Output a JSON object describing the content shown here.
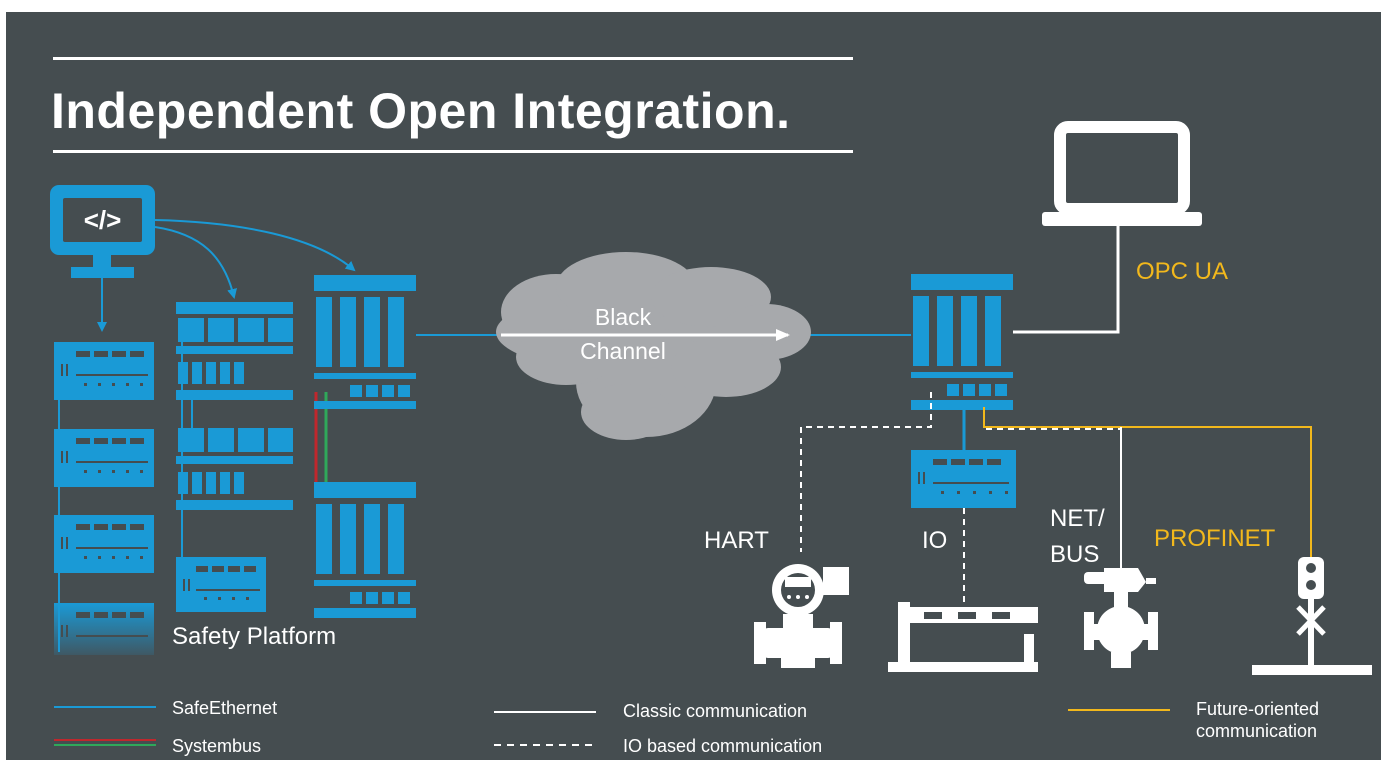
{
  "title": "Independent Open Integration.",
  "labels": {
    "safety_platform": "Safety Platform",
    "black_channel_line1": "Black",
    "black_channel_line2": "Channel",
    "opc_ua": "OPC UA",
    "hart": "HART",
    "io": "IO",
    "net_bus_line1": "NET/",
    "net_bus_line2": "BUS",
    "profinet": "PROFINET",
    "code_icon_text": "</>"
  },
  "legend": {
    "safeethernet": "SafeEthernet",
    "systembus": "Systembus",
    "classic": "Classic communication",
    "io_based": "IO based communication",
    "future_line1": "Future-oriented",
    "future_line2": "communication"
  },
  "colors": {
    "background": "#454d50",
    "blue": "#1a9ad6",
    "white": "#ffffff",
    "yellow": "#f2b81c",
    "red": "#c0272d",
    "green": "#2fa85a",
    "cloud": "#a7a9ac"
  },
  "icons": {
    "workstation": "code-monitor-icon",
    "laptop": "laptop-icon",
    "hart_device": "flowmeter-icon",
    "io_device": "barrier-gate-icon",
    "bus_device": "valve-icon",
    "profinet_device": "signal-light-icon"
  }
}
